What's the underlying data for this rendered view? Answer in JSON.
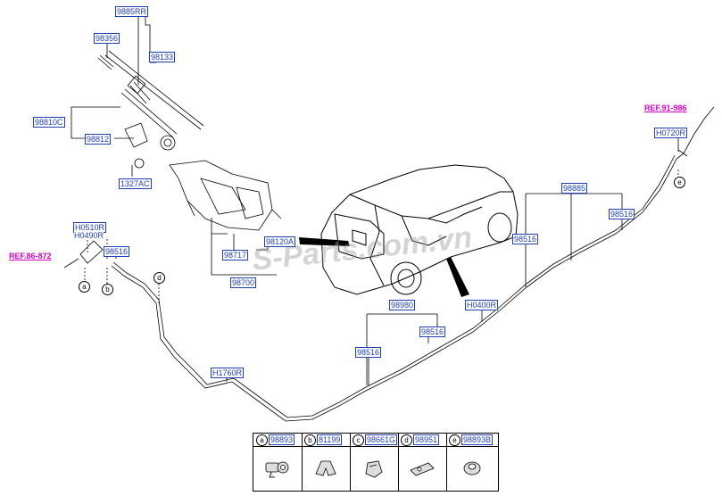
{
  "watermark": "S-Parts.com.vn",
  "parts": {
    "p9885RR": "9885RR",
    "p98356": "98356",
    "p98133": "98133",
    "p98810C": "98810C",
    "p98812": "98812",
    "p1327AC": "1327AC",
    "p98120A": "98120A",
    "p98717": "98717",
    "p98700": "98700",
    "pH0510R": "H0510R",
    "pH0490R": "H0490R",
    "p98516a": "98516",
    "pH1760R": "H1760R",
    "p98980": "98980",
    "p98516b": "98516",
    "p98516c": "98516",
    "pH0400R": "H0400R",
    "p98885": "98885",
    "p98516d": "98516",
    "p98516e": "98516",
    "pH0720R": "H0720R"
  },
  "refs": {
    "left": "REF.86-872",
    "right": "REF.91-986"
  },
  "callouts": {
    "a": "a",
    "b": "b",
    "d": "d",
    "e": "e"
  },
  "legend": [
    {
      "mark": "a",
      "part": "98893",
      "icon": "motor-clip-icon"
    },
    {
      "mark": "b",
      "part": "81199",
      "icon": "clip-icon"
    },
    {
      "mark": "c",
      "part": "98661G",
      "icon": "holder-icon"
    },
    {
      "mark": "d",
      "part": "98951",
      "icon": "connector-icon"
    },
    {
      "mark": "e",
      "part": "98893B",
      "icon": "grommet-icon"
    }
  ]
}
